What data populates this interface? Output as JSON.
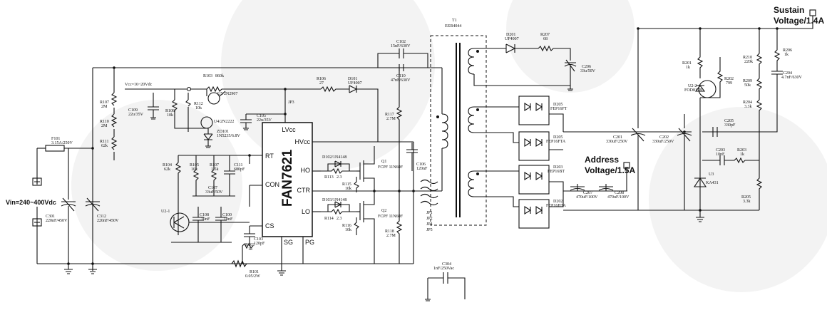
{
  "labels": {
    "sustain_voltage": "Sustain Voltage/1.4A",
    "address_voltage": "Address Voltage/1.5A",
    "vin": "Vin=240~400Vdc",
    "vcc_in": "Vcc=16~20Vdc"
  },
  "ic": {
    "name": "FAN7621",
    "pins": {
      "lvcc": "LVcc",
      "hvcc": "HVcc",
      "rt": "RT",
      "ho": "HO",
      "con": "CON",
      "ctr": "CTR",
      "lo": "LO",
      "cs": "CS",
      "sg": "SG",
      "pg": "PG"
    }
  },
  "components": {
    "F101": "F101",
    "F101_val": "3.15A/250V",
    "C301": "C301",
    "C301_val": "220nF/450V",
    "C312": "C312",
    "C312_val": "220nF/450V",
    "R107": "R107",
    "R107_val": "2M",
    "R110": "R110",
    "R110_val": "2M",
    "R111": "R111",
    "R111_val": "62k",
    "R103": "R103",
    "R103_val": "860k",
    "U5": "U5/2N2907",
    "U4": "U4/2N2222",
    "R112": "R112",
    "R112_val": "10k",
    "R108": "R108",
    "R108_val": "10k",
    "C109": "C109",
    "C109_val": "22u/35V",
    "C105": "C105",
    "C105_val": "22u/35V",
    "ZD101": "ZD101",
    "ZD101_val": "1N5235/6.8V",
    "JP3": "JP3",
    "R106": "R106",
    "R106_val": "27",
    "D101": "D101",
    "D101_val": "UF4007",
    "C102": "C102",
    "C102_val": "15nF/630V",
    "C110": "C110",
    "C110_val": "47nF/630V",
    "R117": "R117",
    "R117_val": "2.7M",
    "R104": "R104",
    "R104_val": "62k",
    "R105": "R105",
    "R105_val": "10k",
    "R107b": "R107",
    "R107b_val": "1.5k",
    "C111": "C111",
    "C111_val": "680pF",
    "C107": "C107",
    "C107_val": "33uF/50V",
    "D102": "D102/1N4148",
    "R113": "R113",
    "R113_val": "2.3",
    "R115": "R115",
    "R115_val": "10k",
    "Q1": "Q1",
    "Q1_val": "FCPF 11N60F",
    "D103": "D103/1N4148",
    "R114": "R114",
    "R114_val": "2.3",
    "R116": "R116",
    "R116_val": "10k",
    "Q2": "Q2",
    "Q2_val": "FCPF 11N60F",
    "R118": "R118",
    "R118_val": "2.7M",
    "C106": "C106",
    "C106_val": "120nF",
    "U2_1": "U2-1",
    "C108": "C108",
    "C108_val": "10nF",
    "C100": "C100",
    "C100_val": "10nF",
    "C103": "C103",
    "C103_val": "120pF",
    "R102": "R102",
    "R102_val": "1k",
    "R101": "R101",
    "R101_val": "0.05/2W",
    "JP1": "JP1",
    "JP2": "JP2",
    "JP4": "JP4",
    "JP5": "JP5",
    "T1": "T1",
    "T1_val": "EER4044",
    "D201": "D201",
    "D201_val": "UF4007",
    "R207": "R207",
    "R207_val": "68",
    "C206": "C206",
    "C206_val": "33u/50V",
    "D205": "D205",
    "D205_val": "FEP16FT",
    "D205b": "D205",
    "D205b_val": "FEP16FTA",
    "D203": "D203",
    "D203_val": "FEP16BT",
    "D202": "D202",
    "D202_val": "FEP16BTA",
    "C201": "C201",
    "C201_val": "330uF/250V",
    "C202": "C202",
    "C202_val": "330uF/250V",
    "C207": "C207",
    "C207_val": "470uF/100V",
    "C208": "C208",
    "C208_val": "470uF/100V",
    "R201": "R201",
    "R201_val": "1k",
    "U2_2": "U2-2",
    "U2_2_val": "FOD817B",
    "R202": "R202",
    "R202_val": "799",
    "R210": "R210",
    "R210_val": "220k",
    "R209": "R209",
    "R209_val": "50k",
    "R204": "R204",
    "R204_val": "3.3k",
    "R206": "R206",
    "R206_val": "1k",
    "C204": "C204",
    "C204_val": "4.7nF/630V",
    "C205": "C205",
    "C205_val": "330pF",
    "C203": "C203",
    "C203_val": "10nF",
    "R203": "R203",
    "R203_val": "1k",
    "U3": "U3",
    "U3_val": "KA431",
    "R205": "R205",
    "R205_val": "3.3k",
    "C304": "C304",
    "C304_val": "1nF/250Vac"
  }
}
